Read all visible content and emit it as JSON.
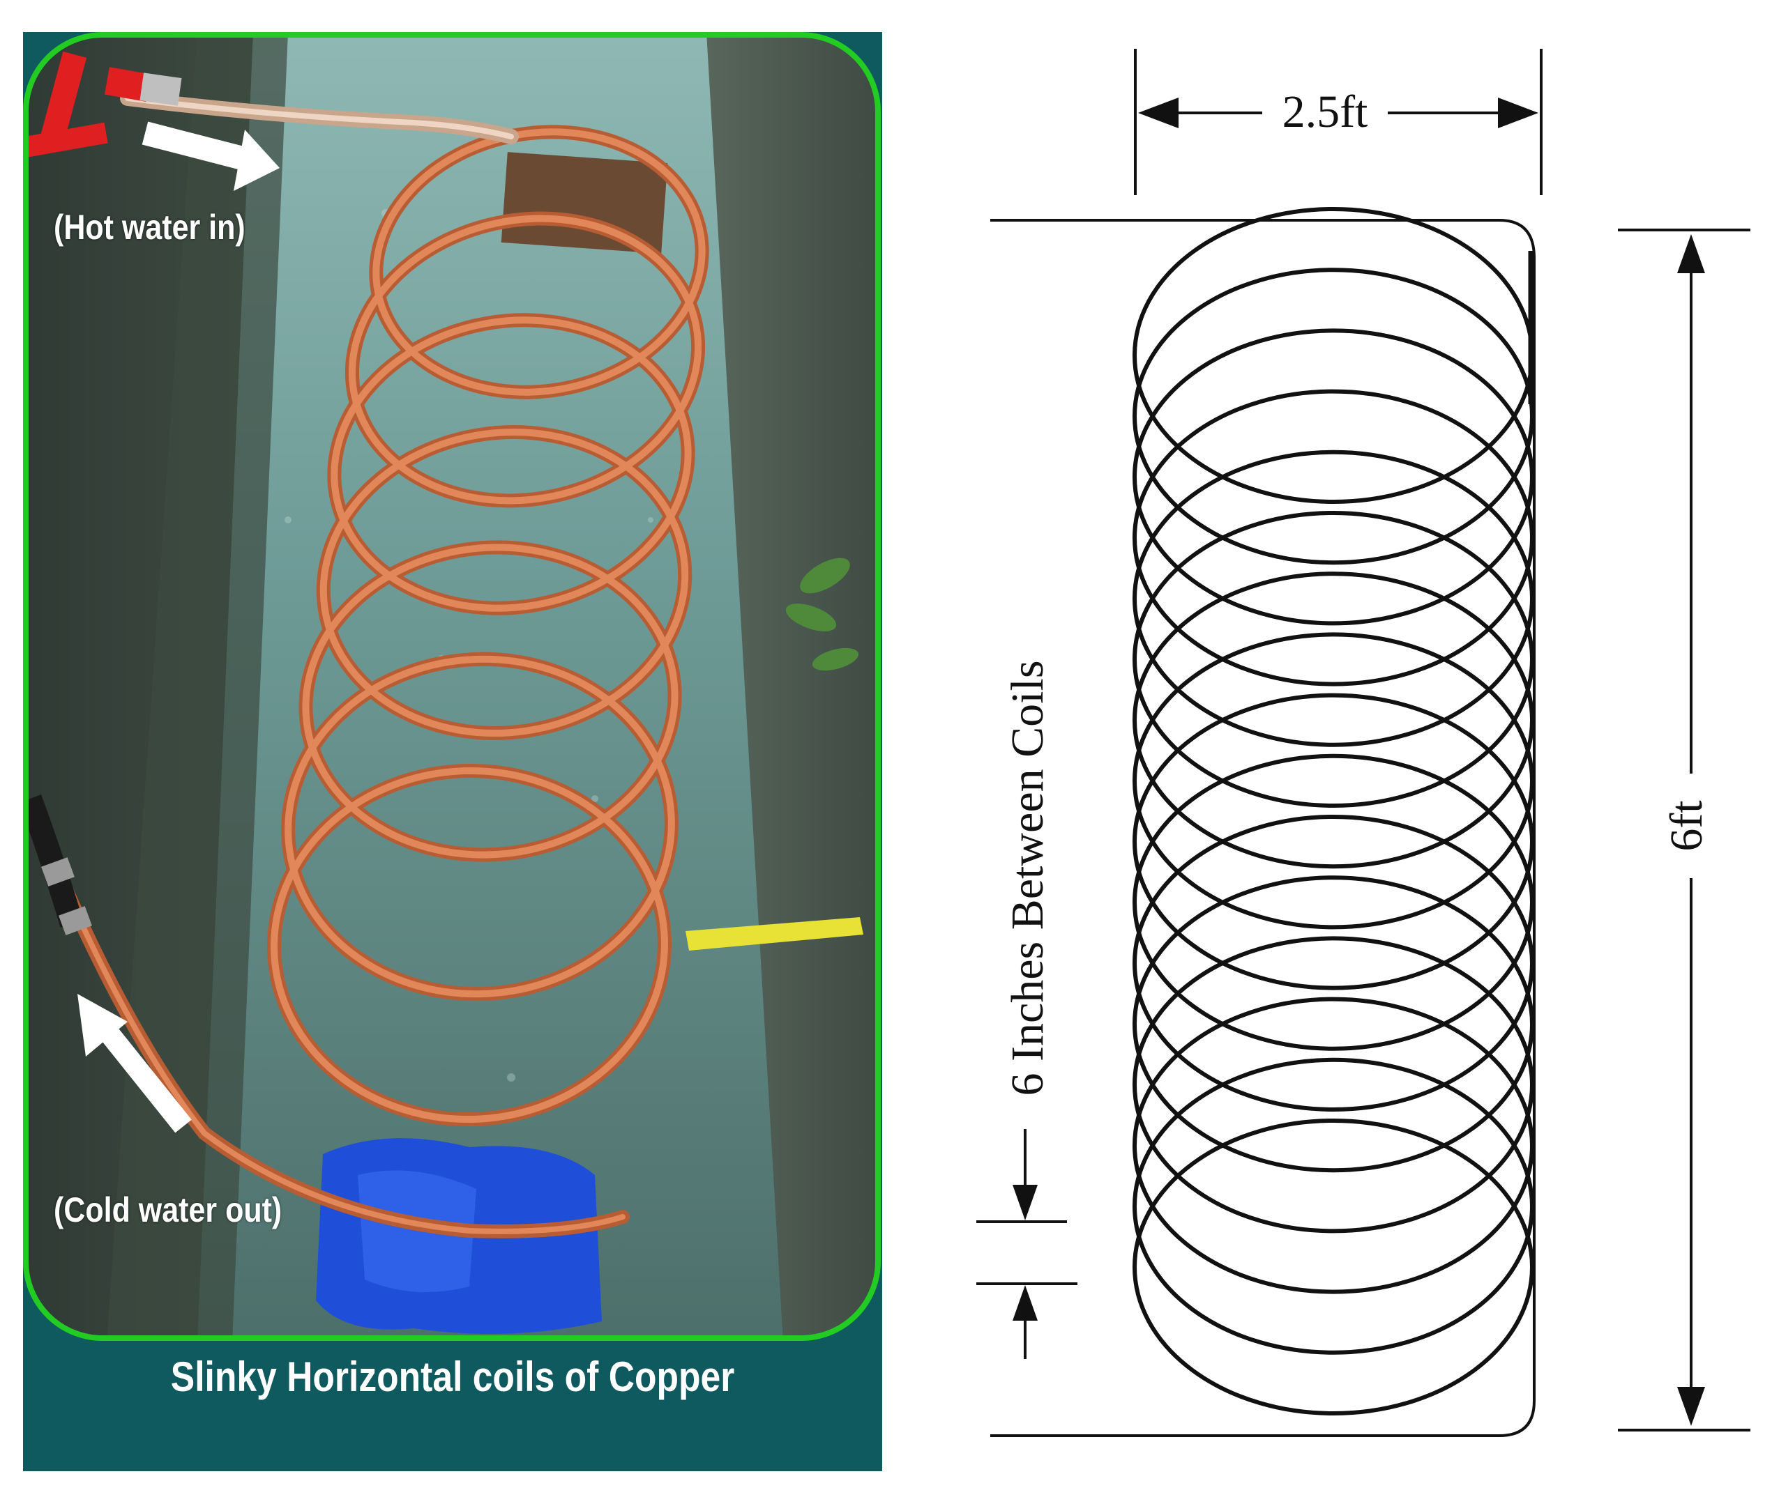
{
  "photo": {
    "hot_water_label": "(Hot water in)",
    "cold_water_label": "(Cold water out)",
    "caption": "Slinky Horizontal coils of Copper",
    "colors": {
      "panel_background": "#0f5a5f",
      "frame_border": "#22cc22",
      "copper_pipe": "#d9794a",
      "copper_highlight": "#f2a57a",
      "tarp": "#1f4fd8",
      "valve": "#e02020",
      "arrow": "#ffffff"
    },
    "icons": [
      "hot-water-arrow-icon",
      "cold-water-arrow-icon"
    ]
  },
  "diagram": {
    "width_label": "2.5ft",
    "height_label": "6ft",
    "spacing_label": "6 Inches Between Coils",
    "coil_count": 16,
    "colors": {
      "line": "#111111"
    }
  }
}
